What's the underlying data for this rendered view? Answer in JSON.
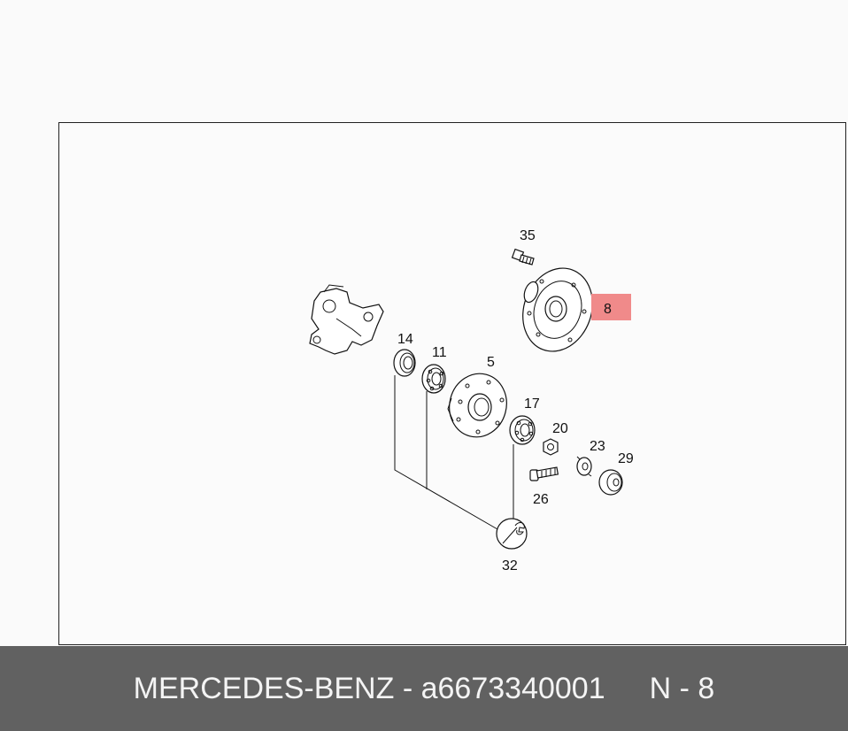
{
  "diagram": {
    "callouts": {
      "c35": "35",
      "c8": "8",
      "c14": "14",
      "c11": "11",
      "c5": "5",
      "c17": "17",
      "c20": "20",
      "c23": "23",
      "c29": "29",
      "c26": "26",
      "c32": "32"
    },
    "highlight_color": "#f08a8a"
  },
  "footer": {
    "brand": "MERCEDES-BENZ",
    "separator": "-",
    "part_number": "a6673340001",
    "position": "N - 8"
  },
  "colors": {
    "footer_bg": "#616161",
    "footer_text": "#f4f4f4"
  }
}
